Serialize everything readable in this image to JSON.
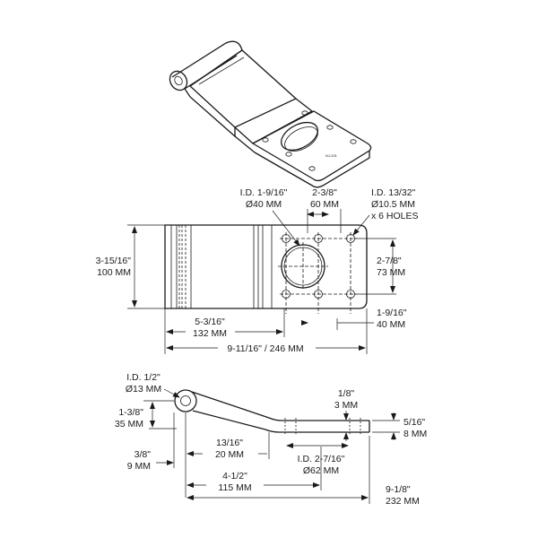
{
  "colors": {
    "ink": "#1a1a1a",
    "background": "#ffffff"
  },
  "iso": {
    "stamp": "NJ-201"
  },
  "top": {
    "id_main": [
      "I.D. 1-9/16\"",
      "Ø40 MM"
    ],
    "hole_spacing": [
      "2-3/8\"",
      "60 MM"
    ],
    "id_small": [
      "I.D. 13/32\"",
      "Ø10.5 MM",
      "x 6 HOLES"
    ],
    "width": [
      "3-15/16\"",
      "100 MM"
    ],
    "hole_span_v": [
      "2-7/8\"",
      "73 MM"
    ],
    "edge_to_hole": [
      "1-9/16\"",
      "40 MM"
    ],
    "body_len": [
      "5-3/16\"",
      "132 MM"
    ],
    "overall": "9-11/16\" / 246 MM"
  },
  "side": {
    "pin_id": [
      "I.D. 1/2\"",
      "Ø13 MM"
    ],
    "thickness": [
      "1/8\"",
      "3 MM"
    ],
    "knuckle_h": [
      "1-3/8\"",
      "35 MM"
    ],
    "offset": [
      "5/16\"",
      "8 MM"
    ],
    "pin_offset": [
      "3/8\"",
      "9 MM"
    ],
    "pin_to_bend": [
      "13/16\"",
      "20 MM"
    ],
    "id_hole": [
      "I.D. 2-7/16\"",
      "Ø62 MM"
    ],
    "to_plate": [
      "4-1/2\"",
      "115 MM"
    ],
    "overall": [
      "9-1/8\"",
      "232 MM"
    ]
  }
}
